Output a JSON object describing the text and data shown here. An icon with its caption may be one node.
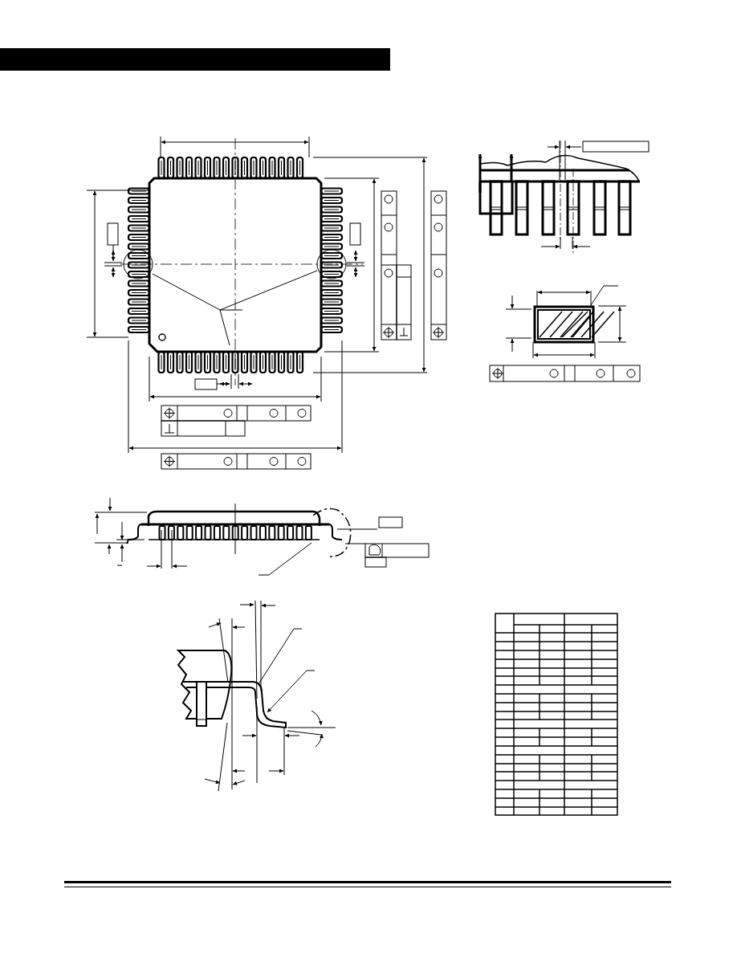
{
  "diagram": {
    "nodes": [
      {
        "text": [],
        "shape": "bar"
      },
      {
        "text": [],
        "shape": "picture"
      },
      {
        "text": [],
        "shape": "picture"
      },
      {
        "text": [],
        "shape": "picture"
      },
      {
        "text": [],
        "shape": "picture"
      },
      {
        "text": [],
        "shape": "picture"
      },
      {
        "text": [],
        "shape": "picture"
      }
    ]
  }
}
